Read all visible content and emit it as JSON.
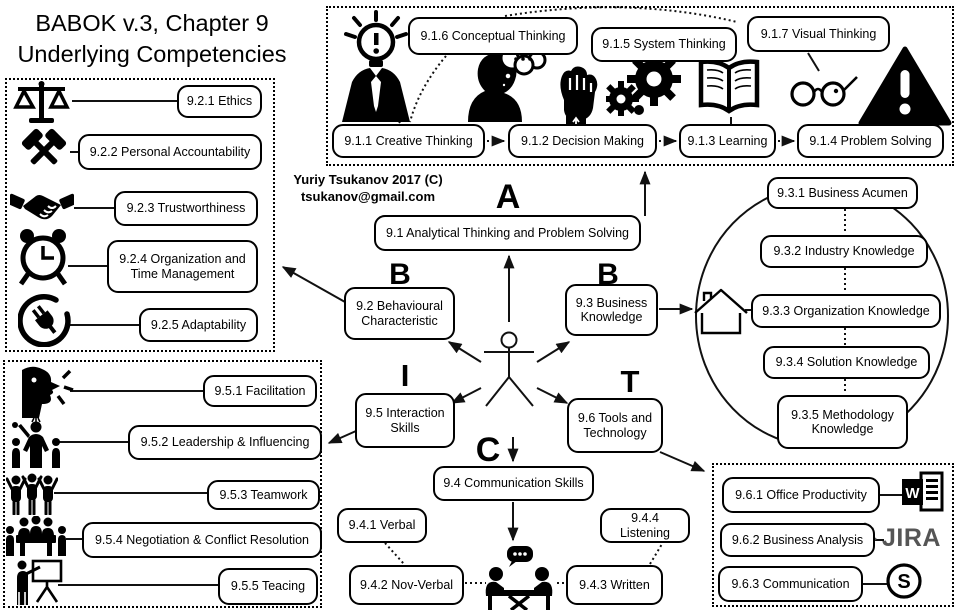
{
  "title": {
    "line1": "BABOK v.3, Chapter 9",
    "line2": "Underlying Competencies"
  },
  "credit": {
    "line1": "Yuriy Tsukanov 2017 (C)",
    "line2": "tsukanov@gmail.com"
  },
  "letters": {
    "analytical": "A",
    "behavioural": "B",
    "business": "B",
    "interaction": "I",
    "tools": "T",
    "communication": "C"
  },
  "nodes": {
    "analytical": "9.1 Analytical Thinking and Problem Solving",
    "behavioural": "9.2 Behavioural Characteristic",
    "business": "9.3 Business Knowledge",
    "communication": "9.4 Communication Skills",
    "interaction": "9.5 Interaction Skills",
    "tools": "9.6 Tools and Technology"
  },
  "analytical_items": {
    "creative": "9.1.1 Creative Thinking",
    "decision": "9.1.2 Decision Making",
    "learning": "9.1.3 Learning",
    "problem_solving": "9.1.4 Problem Solving",
    "system": "9.1.5 System Thinking",
    "conceptual": "9.1.6 Conceptual Thinking",
    "visual": "9.1.7 Visual Thinking"
  },
  "behavioural_items": {
    "ethics": "9.2.1 Ethics",
    "accountability": "9.2.2 Personal Accountability",
    "trustworthiness": "9.2.3 Trustworthiness",
    "organization_time": "9.2.4 Organization and Time Management",
    "adaptability": "9.2.5 Adaptability"
  },
  "business_items": {
    "acumen": "9.3.1 Business Acumen",
    "industry": "9.3.2 Industry Knowledge",
    "organization": "9.3.3 Organization Knowledge",
    "solution": "9.3.4 Solution Knowledge",
    "methodology": "9.3.5 Methodology Knowledge"
  },
  "communication_items": {
    "verbal": "9.4.1 Verbal",
    "nonverbal": "9.4.2 Nov-Verbal",
    "written": "9.4.3 Written",
    "listening": "9.4.4 Listening"
  },
  "interaction_items": {
    "facilitation": "9.5.1 Facilitation",
    "leadership": "9.5.2 Leadership & Influencing",
    "teamwork": "9.5.3 Teamwork",
    "negotiation": "9.5.4 Negotiation & Conflict Resolution",
    "teaching": "9.5.5 Teacing"
  },
  "tools_items": {
    "office": "9.6.1 Office Productivity",
    "business_analysis": "9.6.2 Business Analysis",
    "communication": "9.6.3 Communication"
  },
  "logos": {
    "word_letter": "W",
    "jira_text": "JIRA",
    "skype_letter": "S"
  },
  "colors": {
    "ink": "#000000",
    "jira_gray": "#555555",
    "background": "#ffffff"
  }
}
